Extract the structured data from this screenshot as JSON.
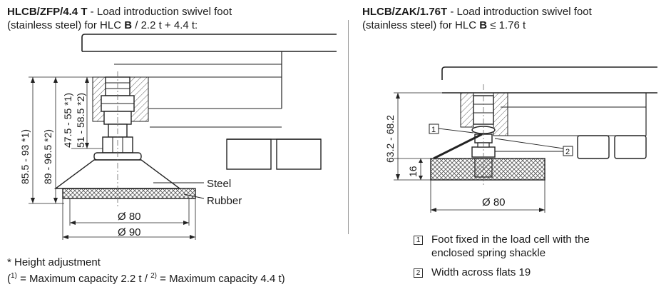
{
  "left": {
    "caption_code": "HLCB/ZFP/4.4 T",
    "caption_rest_1": " - Load introduction swivel foot",
    "caption_line2_a": "(stainless steel) for HLC ",
    "caption_bold_b": "B",
    "caption_line2_b": " / 2.2 t + 4.4 t:",
    "dim_total_1": "85.5 - 93 *1)",
    "dim_total_2": "89 - 96.5 *2)",
    "dim_upper_1": "47.5 - 55 *1)",
    "dim_upper_2": "51 - 58.5 *2)",
    "label_steel": "Steel",
    "label_rubber": "Rubber",
    "dia_inner": "Ø 80",
    "dia_outer": "Ø 90",
    "note_line1": "* Height adjustment",
    "note_line2_a": "(",
    "note_sup1": "1)",
    "note_line2_b": " = Maximum capacity 2.2 t / ",
    "note_sup2": "2)",
    "note_line2_c": " = Maximum capacity 4.4 t)"
  },
  "right": {
    "caption_code": "HLCB/ZAK/1.76T",
    "caption_rest_1": " - Load introduction swivel foot",
    "caption_line2_a": "(stainless steel) for HLC ",
    "caption_bold_b": "B",
    "caption_line2_b": " ≤ 1.76 t",
    "dim_total": "63.2 - 68.2",
    "dim_base": "16",
    "dia": "Ø 80",
    "callout_1": "1",
    "callout_2": "2",
    "legend_1_num": "1",
    "legend_1_line1": "Foot fixed in the load cell with the",
    "legend_1_line2": "enclosed spring shackle",
    "legend_2_num": "2",
    "legend_2_text": "Width across flats 19"
  }
}
